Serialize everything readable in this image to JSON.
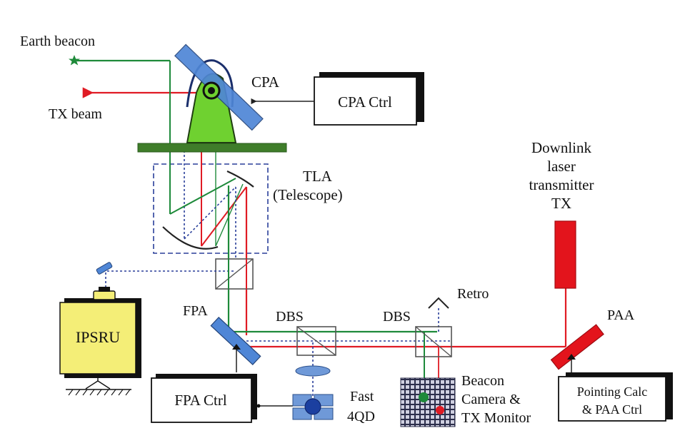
{
  "labels": {
    "earth_beacon": "Earth beacon",
    "tx_beam": "TX beam",
    "cpa": "CPA",
    "cpa_ctrl": "CPA Ctrl",
    "tla_1": "TLA",
    "tla_2": "(Telescope)",
    "downlink_1": "Downlink",
    "downlink_2": "laser",
    "downlink_3": "transmitter",
    "downlink_4": "TX",
    "retro": "Retro",
    "fpa": "FPA",
    "dbs_1": "DBS",
    "dbs_2": "DBS",
    "paa": "PAA",
    "ipsru": "IPSRU",
    "fpa_ctrl": "FPA Ctrl",
    "fast_1": "Fast",
    "fast_2": "4QD",
    "beacon_1": "Beacon",
    "beacon_2": "Camera &",
    "beacon_3": "TX Monitor",
    "pointing_1": "Pointing Calc",
    "pointing_2": "& PAA Ctrl"
  },
  "colors": {
    "beacon_green": "#1e8a3a",
    "tx_red": "#e01b24",
    "dotted_blue": "#2a3f9a",
    "mirror_blue": "#4f86d6",
    "gimbal_green": "#6fd130",
    "platform_green": "#3f7d2a",
    "ipsru_yellow": "#f4ee77",
    "laser_red": "#e3141c",
    "detector_blue": "#1b3fa0"
  }
}
